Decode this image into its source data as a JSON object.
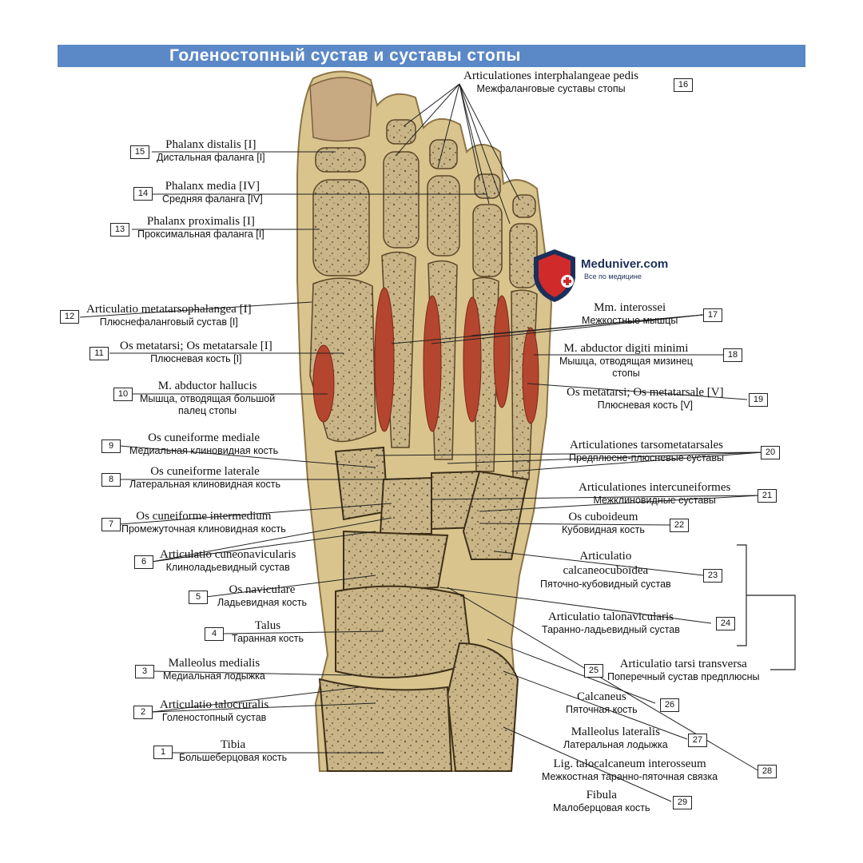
{
  "title": "Голеностопный сустав и суставы стопы",
  "watermark": {
    "name": "Meduniver.com",
    "tagline": "Все по медицине"
  },
  "colors": {
    "banner": "#5b88c6",
    "bone": "#c9b487",
    "muscle": "#b4452e",
    "cartilage": "#e8d9a6"
  },
  "labels": [
    {
      "n": "16",
      "lat": "Articulationes interphalangeae pedis",
      "rus": "Межфаланговые суставы стопы"
    },
    {
      "n": "15",
      "lat": "Phalanx distalis [I]",
      "rus": "Дистальная фаланга [I]"
    },
    {
      "n": "14",
      "lat": "Phalanx media [IV]",
      "rus": "Средняя фаланга [IV]"
    },
    {
      "n": "13",
      "lat": "Phalanx proximalis [I]",
      "rus": "Проксимальная фаланга [I]"
    },
    {
      "n": "12",
      "lat": "Articulatio metatarsophalangea [I]",
      "rus": "Плюснефаланговый сустав [I]"
    },
    {
      "n": "11",
      "lat": "Os metatarsi; Os metatarsale [I]",
      "rus": "Плюсневая кость [I]"
    },
    {
      "n": "10",
      "lat": "M. abductor hallucis",
      "rus": "Мышца, отводящая большой",
      "rus2": "палец стопы"
    },
    {
      "n": "9",
      "lat": "Os cuneiforme mediale",
      "rus": "Медиальная клиновидная кость"
    },
    {
      "n": "8",
      "lat": "Os cuneiforme laterale",
      "rus": "Латеральная клиновидная кость"
    },
    {
      "n": "7",
      "lat": "Os cuneiforme intermedium",
      "rus": "Промежуточная клиновидная кость"
    },
    {
      "n": "6",
      "lat": "Articulatio cuneonavicularis",
      "rus": "Клиноладьевидный сустав"
    },
    {
      "n": "5",
      "lat": "Os naviculare",
      "rus": "Ладьевидная кость"
    },
    {
      "n": "4",
      "lat": "Talus",
      "rus": "Таранная кость"
    },
    {
      "n": "3",
      "lat": "Malleolus medialis",
      "rus": "Медиальная лодыжка"
    },
    {
      "n": "2",
      "lat": "Articulatio talocruralis",
      "rus": "Голеностопный сустав"
    },
    {
      "n": "1",
      "lat": "Tibia",
      "rus": "Большеберцовая кость"
    },
    {
      "n": "17",
      "lat": "Mm. interossei",
      "rus": "Межкостные мышцы"
    },
    {
      "n": "18",
      "lat": "M. abductor digiti minimi",
      "rus": "Мышца, отводящая мизинец",
      "rus2": "стопы"
    },
    {
      "n": "19",
      "lat": "Os metatarsi; Os metatarsale [V]",
      "rus": "Плюсневая кость [V]"
    },
    {
      "n": "20",
      "lat": "Articulationes tarsometatarsales",
      "rus": "Предплюсне-плюсневые суставы"
    },
    {
      "n": "21",
      "lat": "Articulationes intercuneiformes",
      "rus": "Межклиновидные суставы"
    },
    {
      "n": "22",
      "lat": "Os cuboideum",
      "rus": "Кубовидная кость"
    },
    {
      "n": "23",
      "lat": "Articulatio",
      "lat2": "calcaneocuboidea",
      "rus": "Пяточно-кубовидный сустав"
    },
    {
      "n": "24",
      "lat": "Articulatio talonavicularis",
      "rus": "Таранно-ладьевидный сустав"
    },
    {
      "n": "25",
      "lat": "Articulatio tarsi transversa",
      "rus": "Поперечный сустав предплюсны"
    },
    {
      "n": "26",
      "lat": "Calcaneus",
      "rus": "Пяточная кость"
    },
    {
      "n": "27",
      "lat": "Malleolus lateralis",
      "rus": "Латеральная лодыжка"
    },
    {
      "n": "28",
      "lat": "Lig. talocalcaneum interosseum",
      "rus": "Межкостная таранно-пяточная связка"
    },
    {
      "n": "29",
      "lat": "Fibula",
      "rus": "Малоберцовая кость"
    }
  ]
}
